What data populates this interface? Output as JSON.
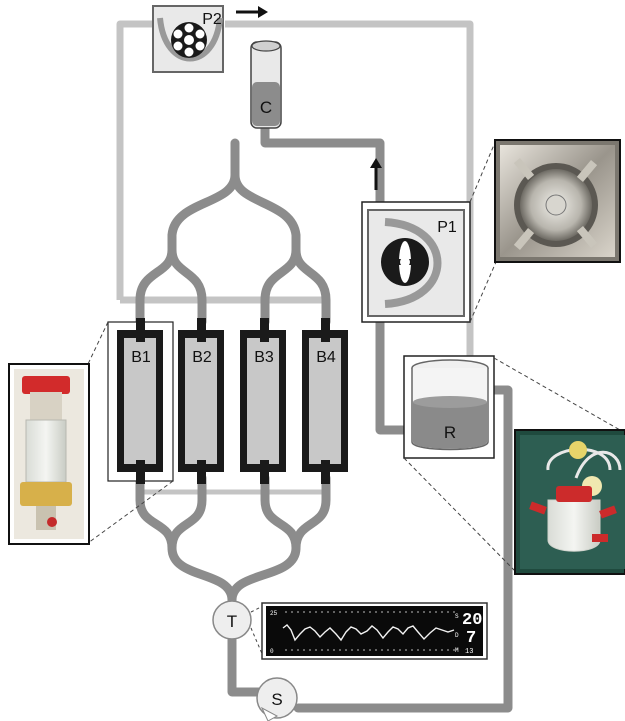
{
  "labels": {
    "pump2": "P2",
    "pump1": "P1",
    "chamber": "C",
    "reservoir": "R",
    "sensor_t": "T",
    "sensor_s": "S",
    "bioreactors": [
      "B1",
      "B2",
      "B3",
      "B4"
    ]
  },
  "monitor": {
    "top_left": "25",
    "bottom_left": "0",
    "top_right_small": "S",
    "mid_right_small": "D",
    "bottom_right_small": "M",
    "big_top": "20",
    "big_bottom": "7",
    "bottom_value": "13"
  },
  "colors": {
    "main_tubing": "#8c8c8c",
    "secondary_tubing": "#c4c4c4",
    "chamber_body": "#1a1a1a",
    "fluid": "#8a8a8a",
    "fluid_highlight": "#e6a6a6"
  },
  "icons": [
    "arrow-right-icon",
    "arrow-up-icon",
    "peristaltic-pump-icon",
    "roller-pump-icon"
  ]
}
